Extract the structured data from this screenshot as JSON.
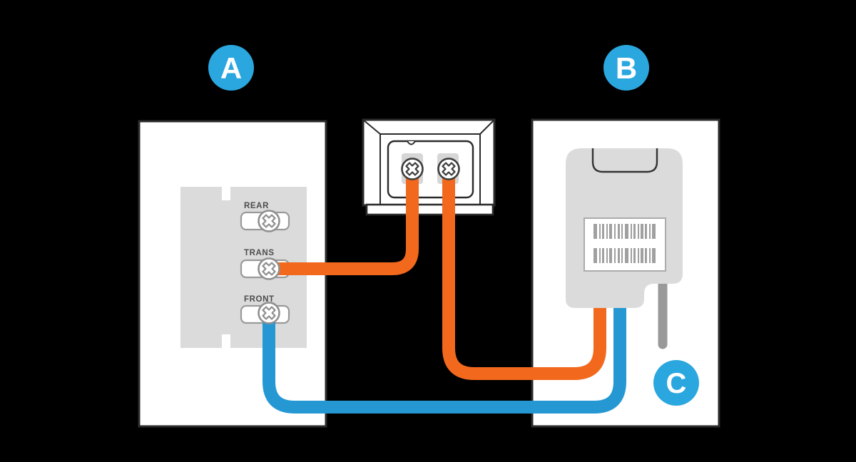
{
  "callouts": {
    "a": "A",
    "b": "B",
    "c": "C"
  },
  "wall_plate_terminals": [
    {
      "label": "REAR"
    },
    {
      "label": "TRANS"
    },
    {
      "label": "FRONT"
    }
  ],
  "icons": {
    "terminal_screw": "phillips-screw-icon",
    "device_label": "barcode"
  },
  "colors": {
    "wire_orange": "#F2691D",
    "wire_blue": "#2598D4",
    "callout_blue": "#2BA7DF",
    "outline_dark": "#2B2B2B",
    "plate_gray": "#DBDBDB",
    "pad_gray": "#D6D6D6",
    "pigtail_gray": "#999999",
    "barcode_bar": "#A0A0A0"
  },
  "barcode": {
    "rows": 2,
    "pattern": [
      5,
      3,
      2,
      2,
      3,
      3,
      2,
      2,
      4,
      3,
      2,
      3,
      3,
      2,
      2,
      3,
      5,
      3,
      2,
      2,
      3,
      3,
      2,
      2,
      4,
      2,
      3,
      3,
      2,
      2,
      5,
      0
    ]
  }
}
